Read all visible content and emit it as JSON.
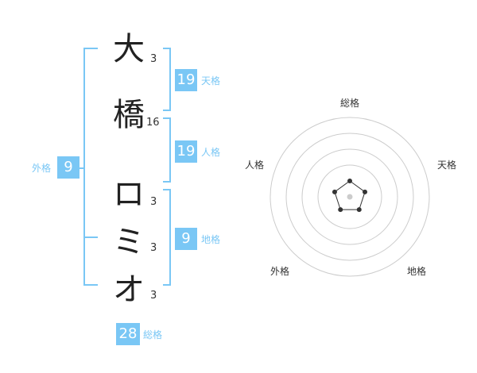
{
  "name": {
    "chars": [
      {
        "char": "大",
        "strokes": "3"
      },
      {
        "char": "橋",
        "strokes": "16"
      },
      {
        "char": "ロ",
        "strokes": "3"
      },
      {
        "char": "ミ",
        "strokes": "3"
      },
      {
        "char": "オ",
        "strokes": "3"
      }
    ]
  },
  "kaku": {
    "tenkaku": {
      "value": "19",
      "label": "天格"
    },
    "jinkaku": {
      "value": "19",
      "label": "人格"
    },
    "chikaku": {
      "value": "9",
      "label": "地格"
    },
    "gaikaku": {
      "value": "9",
      "label": "外格"
    },
    "soukaku": {
      "value": "28",
      "label": "総格"
    }
  },
  "radar": {
    "labels": {
      "soukaku": "総格",
      "tenkaku": "天格",
      "chikaku": "地格",
      "gaikaku": "外格",
      "jinkaku": "人格"
    },
    "levels": [
      0.2,
      0.2,
      0.2,
      0.2,
      0.2
    ]
  },
  "colors": {
    "accent": "#7ac7f5",
    "ring": "#cccccc",
    "marker": "#333333"
  }
}
